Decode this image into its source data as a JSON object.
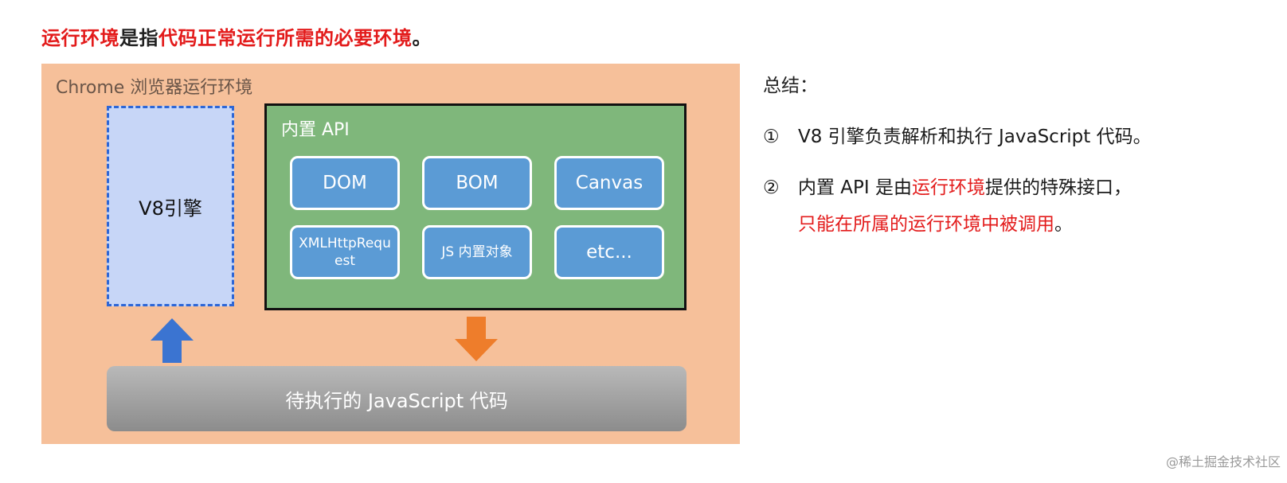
{
  "heading": {
    "part1": "运行环境",
    "part2": "是指",
    "part3": "代码正常运行所需的必要环境",
    "part4": "。"
  },
  "diagram": {
    "panel_title": "Chrome 浏览器运行环境",
    "engine_label": "V8引擎",
    "api_title": "内置 API",
    "api_items": [
      "DOM",
      "BOM",
      "Canvas",
      "XMLHttpRequest",
      "JS 内置对象",
      "etc..."
    ],
    "code_label": "待执行的 JavaScript 代码",
    "colors": {
      "panel_bg": "#f6c09a",
      "engine_bg": "#c7d6f7",
      "engine_border": "#2d66d6",
      "api_bg": "#7fb77b",
      "api_item_bg": "#5b9bd5",
      "arrow_up": "#3b74d1",
      "arrow_down": "#ee7d2b",
      "code_bar": "#9e9e9e"
    }
  },
  "summary": {
    "title": "总结：",
    "item1_num": "①",
    "item1_text": "V8 引擎负责解析和执行 JavaScript 代码。",
    "item2_num": "②",
    "item2_a": "内置 API 是由",
    "item2_b": "运行环境",
    "item2_c": "提供的特殊接口，",
    "item2_line2": "只能在所属的运行环境中被调用",
    "item2_end": "。"
  },
  "watermark": "@稀土掘金技术社区"
}
